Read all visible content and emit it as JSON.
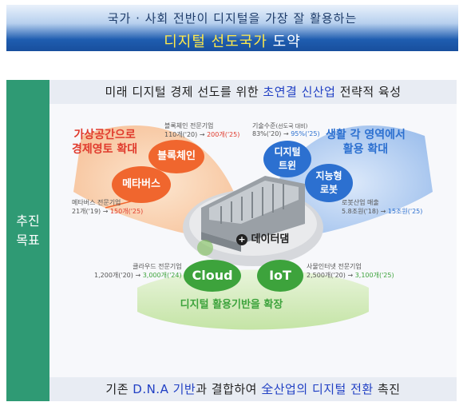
{
  "banner": {
    "line1": "국가 · 사회 전반이 디지털을 가장 잘 활용하는",
    "line2_highlight": "디지털 선도국가",
    "line2_rest": " 도약"
  },
  "side_label": {
    "line1": "추진",
    "line2": "목표"
  },
  "top_strip": {
    "prefix": "미래 디지털 경제 선도를 위한 ",
    "highlight": "초연결 신산업",
    "suffix": " 전략적 육성"
  },
  "bottom_strip": {
    "p1": "기존 ",
    "h1": "D.N.A 기반",
    "p2": "과 결합하여 ",
    "h2": "全산업의",
    "p3": " ",
    "h3": "디지털 전환",
    "p4": " 촉진"
  },
  "diagram": {
    "left_header": {
      "line1": "가상공간으로",
      "line2": "경제영토 확대"
    },
    "right_header": {
      "line1": "생활 각 영역에서",
      "line2": "활용 확대"
    },
    "bottom_label": "디지털 활용기반을 확장",
    "center": "데이터댐",
    "nodes": {
      "blockchain": {
        "label": "블록체인",
        "stat_title": "블록체인 전문기업",
        "stat_from": "110개('20)",
        "stat_to": "200개('25)"
      },
      "metaverse": {
        "label": "메타버스",
        "stat_title": "메타버스 전문기업",
        "stat_from": "21개('19)",
        "stat_to": "150개('25)"
      },
      "twin": {
        "label_line1": "디지털",
        "label_line2": "트윈",
        "stat_title": "기술수준",
        "stat_sub": "(선도국 대비)",
        "stat_from": "83%('20)",
        "stat_to": "95%('25)"
      },
      "robot": {
        "label_line1": "지능형",
        "label_line2": "로봇",
        "stat_title": "로봇산업 매출",
        "stat_from": "5.8조원('18)",
        "stat_to": "15조원('25)"
      },
      "cloud": {
        "label": "Cloud",
        "stat_title": "클라우드 전문기업",
        "stat_from": "1,200개('20)",
        "stat_to": "3,000개('24)"
      },
      "iot": {
        "label": "IoT",
        "stat_title": "사물인터넷 전문기업",
        "stat_from": "2,500개('20)",
        "stat_to": "3,100개('25)"
      }
    },
    "arrow_glyph": "→"
  },
  "colors": {
    "green": "#2f9a74",
    "orange": "#f0662e",
    "blue": "#2c70d0",
    "cloud_green": "#3da33c",
    "highlight": "#2140c4"
  }
}
